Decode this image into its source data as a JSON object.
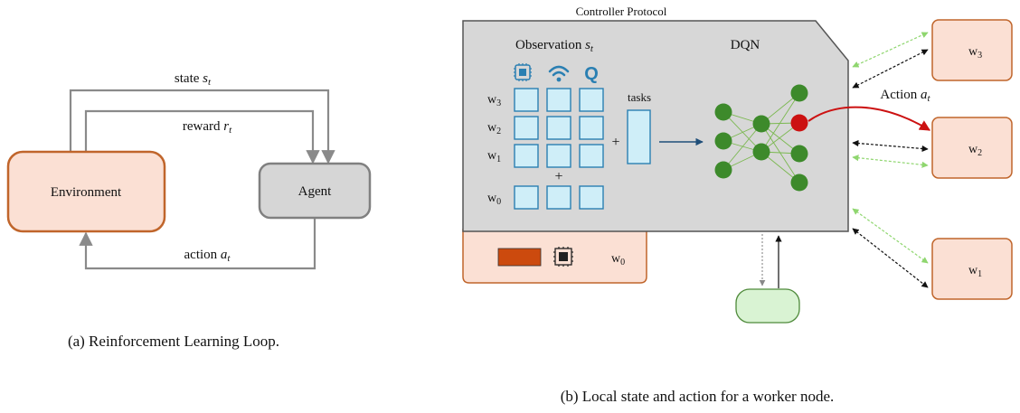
{
  "colors": {
    "env_fill": "#fbe0d4",
    "env_stroke": "#c0652b",
    "agent_fill": "#d6d6d6",
    "agent_stroke": "#808080",
    "arrow_gray": "#8a8a8a",
    "controller_fill": "#d7d7d7",
    "controller_stroke": "#555555",
    "cell_fill": "#cfeef8",
    "cell_stroke": "#2a7fb2",
    "icon_blue": "#2a7fb2",
    "node_green": "#3d8a2b",
    "node_red": "#cc1111",
    "edge_green": "#7ab84f",
    "red_arrow": "#cc1111",
    "dashed_green": "#8fd66f",
    "dashed_black": "#111111",
    "worker_fill": "#fbe0d4",
    "worker_stroke": "#c0652b",
    "storage_fill": "#d9f3d3",
    "storage_stroke": "#4e8a3a",
    "orange_block": "#cc4a0e"
  },
  "panel_a": {
    "state_label": "state ",
    "state_var": "s",
    "state_sub": "t",
    "reward_label": "reward ",
    "reward_var": "r",
    "reward_sub": "t",
    "action_label": "action ",
    "action_var": "a",
    "action_sub": "t",
    "environment_label": "Environment",
    "agent_label": "Agent",
    "caption": "(a) Reinforcement Learning Loop."
  },
  "panel_b": {
    "controller_title": "Controller Protocol",
    "observation_label": "Observation ",
    "observation_var": "s",
    "observation_sub": "t",
    "dqn_label": "DQN",
    "tasks_label": "tasks",
    "plus": "+",
    "row_labels": [
      {
        "base": "w",
        "sub": "3"
      },
      {
        "base": "w",
        "sub": "2"
      },
      {
        "base": "w",
        "sub": "1"
      },
      {
        "base": "w",
        "sub": "0"
      }
    ],
    "column_icons": [
      "cpu-icon",
      "wifi-icon",
      "queue-icon"
    ],
    "queue_glyph": "Q",
    "action_label": "Action ",
    "action_var": "a",
    "action_sub": "t",
    "local_node_label": {
      "base": "w",
      "sub": "0"
    },
    "workers": [
      {
        "base": "w",
        "sub": "3"
      },
      {
        "base": "w",
        "sub": "2"
      },
      {
        "base": "w",
        "sub": "1"
      }
    ],
    "caption": "(b) Local state and action for a worker node."
  }
}
